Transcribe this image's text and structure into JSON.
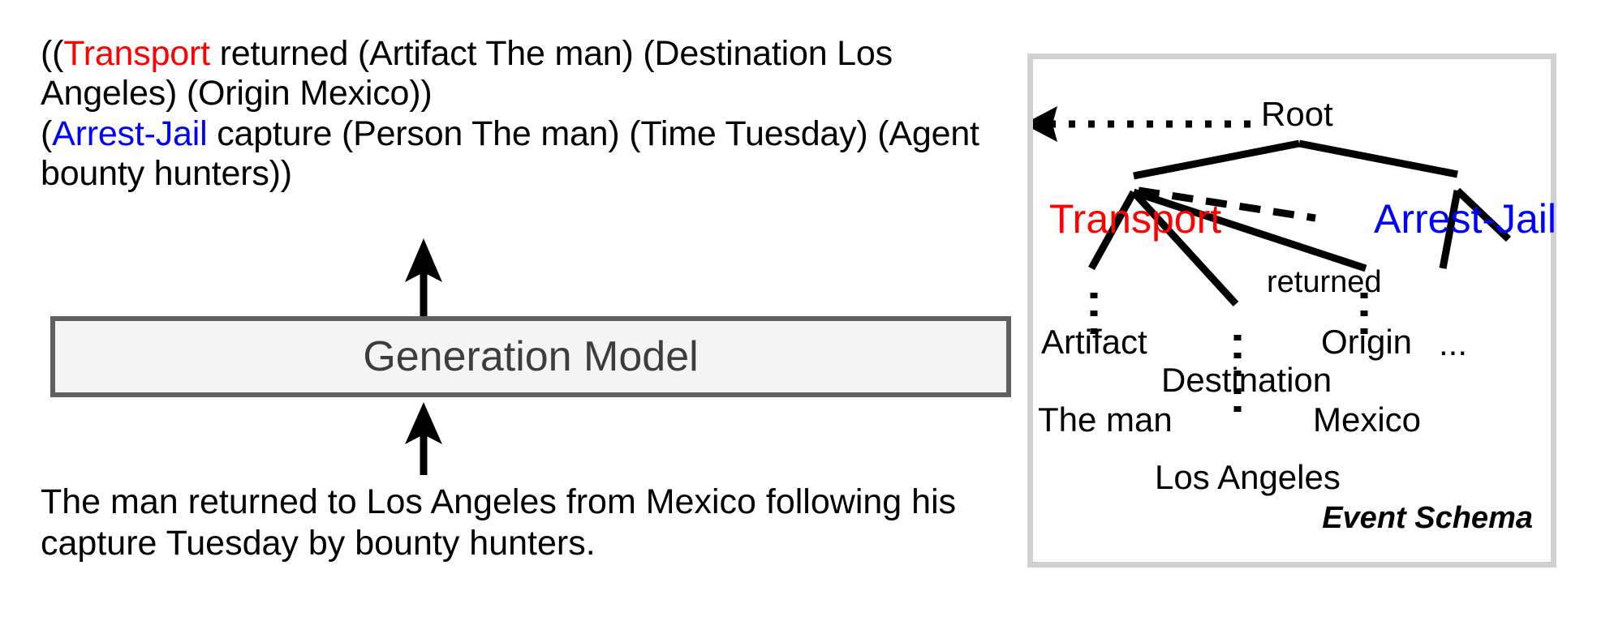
{
  "left": {
    "output": {
      "line1_prefix": "((",
      "event1": "Transport",
      "line1_rest": " returned (Artifact The man) (Destination Los Angeles) (Origin Mexico))",
      "line2_prefix": "(",
      "event2": "Arrest-Jail",
      "line2_rest": " capture (Person The man) (Time Tuesday) (Agent bounty hunters))"
    },
    "model_box": {
      "label": "Generation Model"
    },
    "input": {
      "sentence": "The man returned to Los Angeles from Mexico following his capture Tuesday by bounty hunters."
    },
    "arrows": {
      "input_to_model": "up-arrow-icon",
      "model_to_output": "up-arrow-icon"
    }
  },
  "schema": {
    "caption": "Event Schema",
    "pointer_arrow": "left-arrow-icon",
    "nodes": {
      "root": "Root",
      "transport": "Transport",
      "arrest_jail": "Arrest-Jail",
      "returned": "returned",
      "artifact": "Artifact",
      "destination": "Destination",
      "origin": "Origin",
      "ellipsis": "...",
      "the_man": "The man",
      "los_angeles": "Los Angeles",
      "mexico": "Mexico"
    }
  },
  "colors": {
    "transport": "#ff0000",
    "arrest_jail": "#0000ff",
    "panel_border": "#d0d0d0",
    "box_border": "#606060",
    "box_fill": "#f4f4f4",
    "text": "#000000"
  }
}
